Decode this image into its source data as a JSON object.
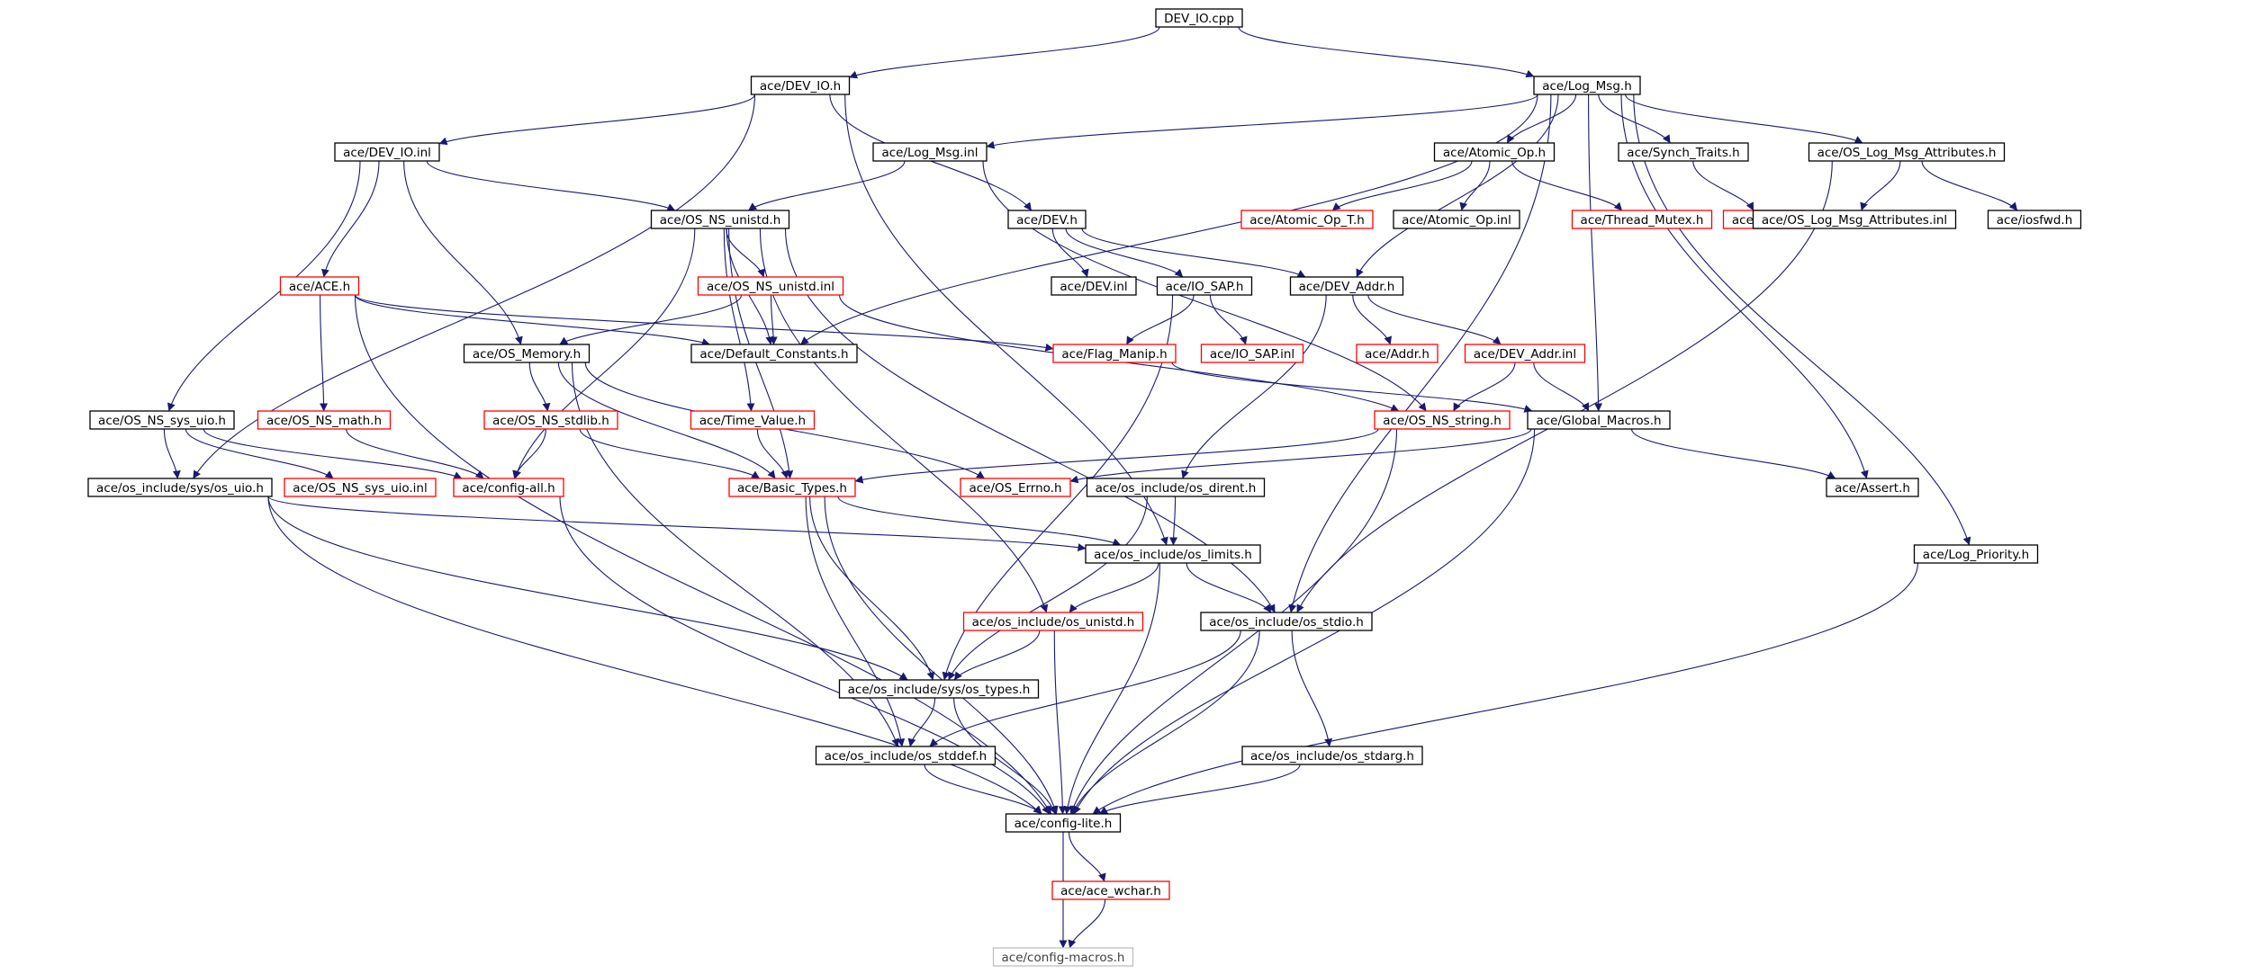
{
  "colors": {
    "edge": "#191970",
    "node_border_black": "#000000",
    "node_border_red": "#ff0000",
    "node_border_gray": "#bfbfbf",
    "root_fill": "#bfbfbf"
  },
  "nodes": [
    {
      "id": "dev_io_cpp",
      "label": "DEV_IO.cpp",
      "border": "root"
    },
    {
      "id": "dev_io_h",
      "label": "ace/DEV_IO.h",
      "border": "black"
    },
    {
      "id": "log_msg_h",
      "label": "ace/Log_Msg.h",
      "border": "black"
    },
    {
      "id": "dev_io_inl",
      "label": "ace/DEV_IO.inl",
      "border": "black"
    },
    {
      "id": "log_msg_inl",
      "label": "ace/Log_Msg.inl",
      "border": "black"
    },
    {
      "id": "atomic_op_h",
      "label": "ace/Atomic_Op.h",
      "border": "black"
    },
    {
      "id": "synch_traits_h",
      "label": "ace/Synch_Traits.h",
      "border": "black"
    },
    {
      "id": "os_log_msg_attr_h",
      "label": "ace/OS_Log_Msg_Attributes.h",
      "border": "black"
    },
    {
      "id": "os_ns_unistd_h",
      "label": "ace/OS_NS_unistd.h",
      "border": "black"
    },
    {
      "id": "dev_h",
      "label": "ace/DEV.h",
      "border": "black"
    },
    {
      "id": "atomic_op_t_h",
      "label": "ace/Atomic_Op_T.h",
      "border": "red"
    },
    {
      "id": "atomic_op_inl",
      "label": "ace/Atomic_Op.inl",
      "border": "black"
    },
    {
      "id": "thread_mutex_h",
      "label": "ace/Thread_Mutex.h",
      "border": "red"
    },
    {
      "id": "lock_h",
      "label": "ace/Lock.h",
      "border": "red"
    },
    {
      "id": "os_log_msg_attr_inl",
      "label": "ace/OS_Log_Msg_Attributes.inl",
      "border": "black"
    },
    {
      "id": "iosfwd_h",
      "label": "ace/iosfwd.h",
      "border": "black"
    },
    {
      "id": "ace_h",
      "label": "ace/ACE.h",
      "border": "red"
    },
    {
      "id": "os_ns_unistd_inl",
      "label": "ace/OS_NS_unistd.inl",
      "border": "red"
    },
    {
      "id": "dev_inl",
      "label": "ace/DEV.inl",
      "border": "black"
    },
    {
      "id": "io_sap_h",
      "label": "ace/IO_SAP.h",
      "border": "black"
    },
    {
      "id": "dev_addr_h",
      "label": "ace/DEV_Addr.h",
      "border": "black"
    },
    {
      "id": "os_memory_h",
      "label": "ace/OS_Memory.h",
      "border": "black"
    },
    {
      "id": "default_constants_h",
      "label": "ace/Default_Constants.h",
      "border": "black"
    },
    {
      "id": "flag_manip_h",
      "label": "ace/Flag_Manip.h",
      "border": "red"
    },
    {
      "id": "io_sap_inl",
      "label": "ace/IO_SAP.inl",
      "border": "red"
    },
    {
      "id": "addr_h",
      "label": "ace/Addr.h",
      "border": "red"
    },
    {
      "id": "dev_addr_inl",
      "label": "ace/DEV_Addr.inl",
      "border": "red"
    },
    {
      "id": "os_ns_sys_uio_h",
      "label": "ace/OS_NS_sys_uio.h",
      "border": "black"
    },
    {
      "id": "os_ns_math_h",
      "label": "ace/OS_NS_math.h",
      "border": "red"
    },
    {
      "id": "os_ns_stdlib_h",
      "label": "ace/OS_NS_stdlib.h",
      "border": "red"
    },
    {
      "id": "time_value_h",
      "label": "ace/Time_Value.h",
      "border": "red"
    },
    {
      "id": "os_ns_string_h",
      "label": "ace/OS_NS_string.h",
      "border": "red"
    },
    {
      "id": "global_macros_h",
      "label": "ace/Global_Macros.h",
      "border": "black"
    },
    {
      "id": "os_uio_h",
      "label": "ace/os_include/sys/os_uio.h",
      "border": "black"
    },
    {
      "id": "os_ns_sys_uio_inl",
      "label": "ace/OS_NS_sys_uio.inl",
      "border": "red"
    },
    {
      "id": "config_all_h",
      "label": "ace/config-all.h",
      "border": "red"
    },
    {
      "id": "basic_types_h",
      "label": "ace/Basic_Types.h",
      "border": "red"
    },
    {
      "id": "os_errno_h",
      "label": "ace/OS_Errno.h",
      "border": "red"
    },
    {
      "id": "os_dirent_h",
      "label": "ace/os_include/os_dirent.h",
      "border": "black"
    },
    {
      "id": "assert_h",
      "label": "ace/Assert.h",
      "border": "black"
    },
    {
      "id": "os_limits_h",
      "label": "ace/os_include/os_limits.h",
      "border": "black"
    },
    {
      "id": "log_priority_h",
      "label": "ace/Log_Priority.h",
      "border": "black"
    },
    {
      "id": "os_unistd_h",
      "label": "ace/os_include/os_unistd.h",
      "border": "red"
    },
    {
      "id": "os_stdio_h",
      "label": "ace/os_include/os_stdio.h",
      "border": "black"
    },
    {
      "id": "os_types_h",
      "label": "ace/os_include/sys/os_types.h",
      "border": "black"
    },
    {
      "id": "os_stddef_h",
      "label": "ace/os_include/os_stddef.h",
      "border": "black"
    },
    {
      "id": "os_stdarg_h",
      "label": "ace/os_include/os_stdarg.h",
      "border": "black"
    },
    {
      "id": "config_lite_h",
      "label": "ace/config-lite.h",
      "border": "black"
    },
    {
      "id": "ace_wchar_h",
      "label": "ace/ace_wchar.h",
      "border": "red"
    },
    {
      "id": "config_macros_h",
      "label": "ace/config-macros.h",
      "border": "gray"
    }
  ],
  "edges": [
    [
      "dev_io_cpp",
      "dev_io_h"
    ],
    [
      "dev_io_cpp",
      "log_msg_h"
    ],
    [
      "dev_io_h",
      "dev_io_inl"
    ],
    [
      "dev_io_h",
      "dev_h"
    ],
    [
      "dev_io_h",
      "os_uio_h"
    ],
    [
      "dev_io_h",
      "os_limits_h"
    ],
    [
      "log_msg_h",
      "log_msg_inl"
    ],
    [
      "log_msg_h",
      "atomic_op_h"
    ],
    [
      "log_msg_h",
      "synch_traits_h"
    ],
    [
      "log_msg_h",
      "os_log_msg_attr_h"
    ],
    [
      "log_msg_h",
      "default_constants_h"
    ],
    [
      "log_msg_h",
      "global_macros_h"
    ],
    [
      "log_msg_h",
      "assert_h"
    ],
    [
      "log_msg_h",
      "log_priority_h"
    ],
    [
      "log_msg_h",
      "dev_addr_h"
    ],
    [
      "log_msg_h",
      "os_stdio_h"
    ],
    [
      "dev_io_inl",
      "os_ns_unistd_h"
    ],
    [
      "dev_io_inl",
      "ace_h"
    ],
    [
      "dev_io_inl",
      "os_memory_h"
    ],
    [
      "dev_io_inl",
      "os_ns_sys_uio_h"
    ],
    [
      "log_msg_inl",
      "os_ns_unistd_h"
    ],
    [
      "log_msg_inl",
      "os_ns_string_h"
    ],
    [
      "atomic_op_h",
      "atomic_op_t_h"
    ],
    [
      "atomic_op_h",
      "atomic_op_inl"
    ],
    [
      "atomic_op_h",
      "thread_mutex_h"
    ],
    [
      "synch_traits_h",
      "lock_h"
    ],
    [
      "os_log_msg_attr_h",
      "os_log_msg_attr_inl"
    ],
    [
      "os_log_msg_attr_h",
      "iosfwd_h"
    ],
    [
      "os_log_msg_attr_h",
      "os_stdio_h"
    ],
    [
      "os_ns_unistd_h",
      "os_ns_unistd_inl"
    ],
    [
      "os_ns_unistd_h",
      "basic_types_h"
    ],
    [
      "os_ns_unistd_h",
      "time_value_h"
    ],
    [
      "os_ns_unistd_h",
      "os_unistd_h"
    ],
    [
      "os_ns_unistd_h",
      "os_stdio_h"
    ],
    [
      "os_ns_unistd_h",
      "config_all_h"
    ],
    [
      "os_ns_unistd_h",
      "default_constants_h"
    ],
    [
      "dev_h",
      "dev_inl"
    ],
    [
      "dev_h",
      "io_sap_h"
    ],
    [
      "dev_h",
      "dev_addr_h"
    ],
    [
      "ace_h",
      "os_ns_math_h"
    ],
    [
      "ace_h",
      "default_constants_h"
    ],
    [
      "ace_h",
      "flag_manip_h"
    ],
    [
      "ace_h",
      "config_lite_h"
    ],
    [
      "os_ns_unistd_inl",
      "default_constants_h"
    ],
    [
      "os_ns_unistd_inl",
      "os_memory_h"
    ],
    [
      "os_ns_unistd_inl",
      "os_ns_string_h"
    ],
    [
      "io_sap_h",
      "flag_manip_h"
    ],
    [
      "io_sap_h",
      "io_sap_inl"
    ],
    [
      "io_sap_h",
      "os_types_h"
    ],
    [
      "dev_addr_h",
      "addr_h"
    ],
    [
      "dev_addr_h",
      "dev_addr_inl"
    ],
    [
      "dev_addr_h",
      "os_dirent_h"
    ],
    [
      "os_memory_h",
      "os_ns_stdlib_h"
    ],
    [
      "os_memory_h",
      "basic_types_h"
    ],
    [
      "os_memory_h",
      "os_errno_h"
    ],
    [
      "os_memory_h",
      "os_stddef_h"
    ],
    [
      "flag_manip_h",
      "global_macros_h"
    ],
    [
      "dev_addr_inl",
      "os_ns_string_h"
    ],
    [
      "dev_addr_inl",
      "global_macros_h"
    ],
    [
      "os_ns_sys_uio_h",
      "os_uio_h"
    ],
    [
      "os_ns_sys_uio_h",
      "os_ns_sys_uio_inl"
    ],
    [
      "os_ns_sys_uio_h",
      "config_all_h"
    ],
    [
      "os_ns_math_h",
      "config_all_h"
    ],
    [
      "os_ns_stdlib_h",
      "config_all_h"
    ],
    [
      "os_ns_stdlib_h",
      "basic_types_h"
    ],
    [
      "time_value_h",
      "basic_types_h"
    ],
    [
      "os_ns_string_h",
      "basic_types_h"
    ],
    [
      "os_ns_string_h",
      "config_lite_h"
    ],
    [
      "global_macros_h",
      "os_errno_h"
    ],
    [
      "global_macros_h",
      "assert_h"
    ],
    [
      "global_macros_h",
      "config_lite_h"
    ],
    [
      "os_uio_h",
      "os_limits_h"
    ],
    [
      "os_uio_h",
      "os_types_h"
    ],
    [
      "os_uio_h",
      "config_lite_h"
    ],
    [
      "config_all_h",
      "config_lite_h"
    ],
    [
      "basic_types_h",
      "os_limits_h"
    ],
    [
      "basic_types_h",
      "os_types_h"
    ],
    [
      "basic_types_h",
      "os_stddef_h"
    ],
    [
      "basic_types_h",
      "config_lite_h"
    ],
    [
      "os_dirent_h",
      "os_limits_h"
    ],
    [
      "os_dirent_h",
      "os_types_h"
    ],
    [
      "os_limits_h",
      "os_unistd_h"
    ],
    [
      "os_limits_h",
      "os_stdio_h"
    ],
    [
      "os_limits_h",
      "config_lite_h"
    ],
    [
      "log_priority_h",
      "config_lite_h"
    ],
    [
      "os_unistd_h",
      "os_types_h"
    ],
    [
      "os_unistd_h",
      "config_lite_h"
    ],
    [
      "os_stdio_h",
      "os_stddef_h"
    ],
    [
      "os_stdio_h",
      "os_stdarg_h"
    ],
    [
      "os_stdio_h",
      "config_lite_h"
    ],
    [
      "os_types_h",
      "os_stddef_h"
    ],
    [
      "os_types_h",
      "config_lite_h"
    ],
    [
      "os_stddef_h",
      "config_lite_h"
    ],
    [
      "os_stdarg_h",
      "config_lite_h"
    ],
    [
      "config_lite_h",
      "ace_wchar_h"
    ],
    [
      "config_lite_h",
      "config_macros_h"
    ],
    [
      "ace_wchar_h",
      "config_macros_h"
    ]
  ]
}
